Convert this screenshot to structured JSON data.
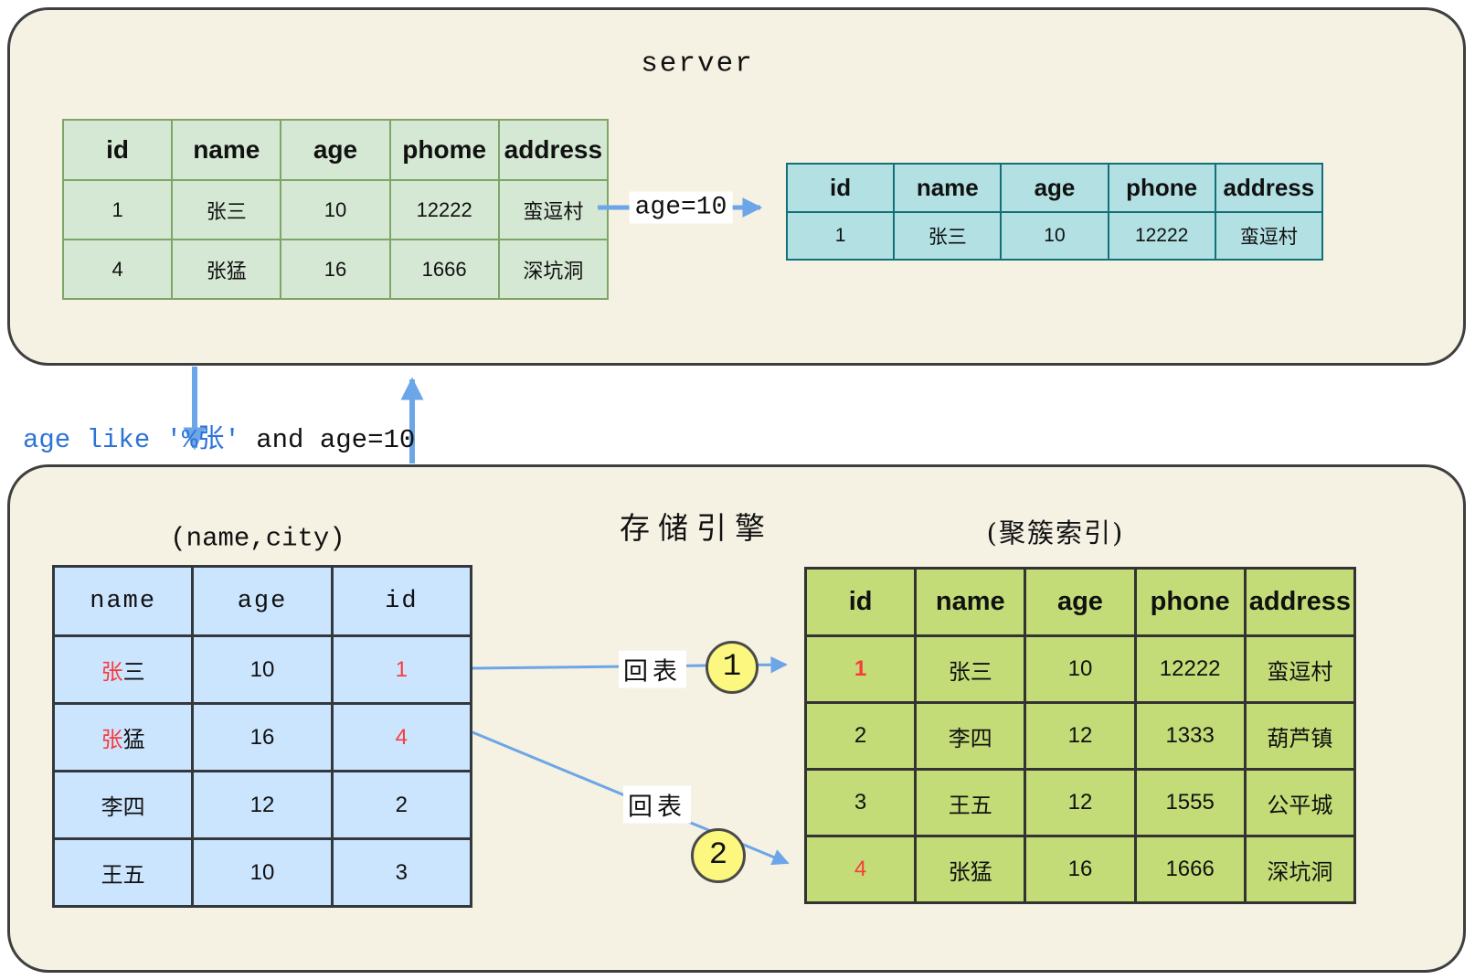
{
  "colors": {
    "page_bg": "#ffffff",
    "box_bg": "#f5f1e3",
    "box_border": "#3f3f3f",
    "arrow_blue": "#6ca6e8",
    "red": "#f93b3b",
    "query_blue": "#2e74d4",
    "green_table_fill": "#d5e8d4",
    "green_table_border": "#7ea568",
    "cyan_table_fill": "#b2e0e3",
    "cyan_table_border": "#127079",
    "blue_table_fill": "#cce5ff",
    "blue_table_border": "#33383c",
    "lime_table_fill": "#c3dc77",
    "lime_table_border": "#333333",
    "badge_fill": "#fbf77f",
    "badge_border": "#4a4a4a",
    "label_bg": "#ffffff"
  },
  "server_box": {
    "title": "server",
    "filtered_table": {
      "headers": [
        "id",
        "name",
        "age",
        "phome",
        "address"
      ],
      "rows": [
        [
          "1",
          "张三",
          "10",
          "12222",
          "蛮逗村"
        ],
        [
          "4",
          "张猛",
          "16",
          "1666",
          "深坑洞"
        ]
      ]
    },
    "filter_arrow_label": "age=10",
    "result_table": {
      "headers": [
        "id",
        "name",
        "age",
        "phone",
        "address"
      ],
      "rows": [
        [
          "1",
          "张三",
          "10",
          "12222",
          "蛮逗村"
        ]
      ]
    }
  },
  "query": {
    "condition_highlight": "age like '%张'",
    "condition_rest": " and age=10"
  },
  "engine_box": {
    "title": "存储引擎",
    "secondary_index": {
      "caption": "(name,city)",
      "headers": [
        "name",
        "age",
        "id"
      ],
      "rows": [
        [
          {
            "parts": [
              {
                "t": "张",
                "red": true
              },
              {
                "t": "三"
              }
            ]
          },
          "10",
          {
            "t": "1",
            "red": true
          }
        ],
        [
          {
            "parts": [
              {
                "t": "张",
                "red": true
              },
              {
                "t": "猛"
              }
            ]
          },
          "16",
          {
            "t": "4",
            "red": true
          }
        ],
        [
          "李四",
          "12",
          "2"
        ],
        [
          "王五",
          "10",
          "3"
        ]
      ]
    },
    "clustered_index": {
      "caption": "(聚簇索引)",
      "headers": [
        "id",
        "name",
        "age",
        "phone",
        "address"
      ],
      "rows": [
        [
          {
            "t": "1",
            "red": true,
            "bold": true
          },
          "张三",
          "10",
          "12222",
          "蛮逗村"
        ],
        [
          "2",
          "李四",
          "12",
          "1333",
          "葫芦镇"
        ],
        [
          "3",
          "王五",
          "12",
          "1555",
          "公平城"
        ],
        [
          {
            "t": "4",
            "red": true
          },
          "张猛",
          "16",
          "1666",
          "深坑洞"
        ]
      ]
    },
    "back_arrow_1": {
      "label": "回表",
      "badge": "1"
    },
    "back_arrow_2": {
      "label": "回表",
      "badge": "2"
    }
  }
}
